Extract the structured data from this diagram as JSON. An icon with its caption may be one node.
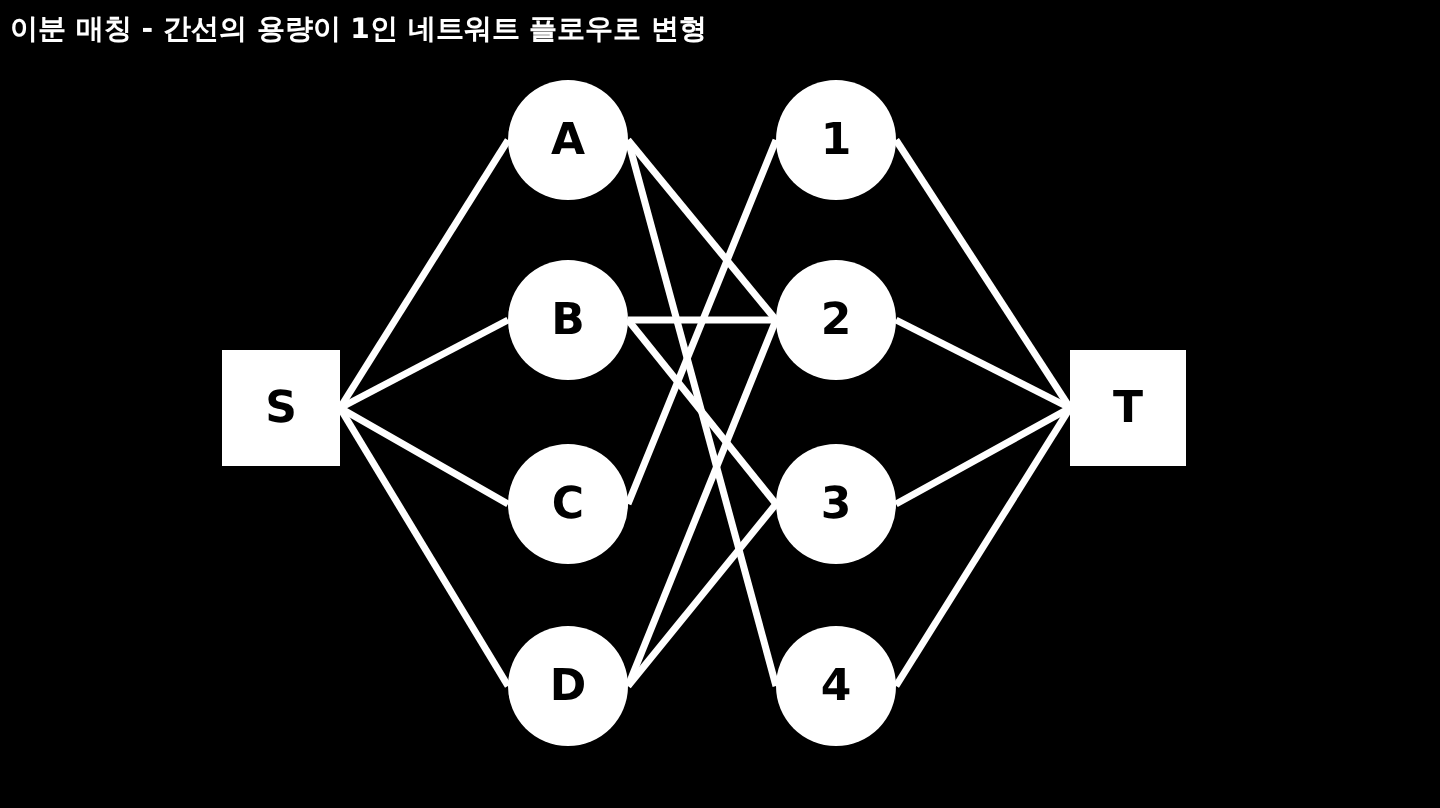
{
  "diagram": {
    "title": "이분 매칭 - 간선의 용량이 1인 네트워트 플로우로 변형",
    "nodes": [
      {
        "text": [
          "S"
        ]
      },
      {
        "text": [
          "A"
        ]
      },
      {
        "text": [
          "B"
        ]
      },
      {
        "text": [
          "C"
        ]
      },
      {
        "text": [
          "D"
        ]
      },
      {
        "text": [
          "1"
        ]
      },
      {
        "text": [
          "2"
        ]
      },
      {
        "text": [
          "3"
        ]
      },
      {
        "text": [
          "4"
        ]
      },
      {
        "text": [
          "T"
        ]
      }
    ],
    "edges": [
      {
        "from": 0,
        "to": 1,
        "arrow": "none"
      },
      {
        "from": 0,
        "to": 2,
        "arrow": "none"
      },
      {
        "from": 0,
        "to": 3,
        "arrow": "none"
      },
      {
        "from": 0,
        "to": 4,
        "arrow": "none"
      },
      {
        "from": 1,
        "to": 6,
        "arrow": "none"
      },
      {
        "from": 1,
        "to": 8,
        "arrow": "none"
      },
      {
        "from": 2,
        "to": 6,
        "arrow": "none"
      },
      {
        "from": 2,
        "to": 7,
        "arrow": "none"
      },
      {
        "from": 3,
        "to": 5,
        "arrow": "none"
      },
      {
        "from": 4,
        "to": 6,
        "arrow": "none"
      },
      {
        "from": 4,
        "to": 7,
        "arrow": "none"
      },
      {
        "from": 5,
        "to": 9,
        "arrow": "none"
      },
      {
        "from": 6,
        "to": 9,
        "arrow": "none"
      },
      {
        "from": 7,
        "to": 9,
        "arrow": "none"
      },
      {
        "from": 8,
        "to": 9,
        "arrow": "none"
      }
    ]
  }
}
